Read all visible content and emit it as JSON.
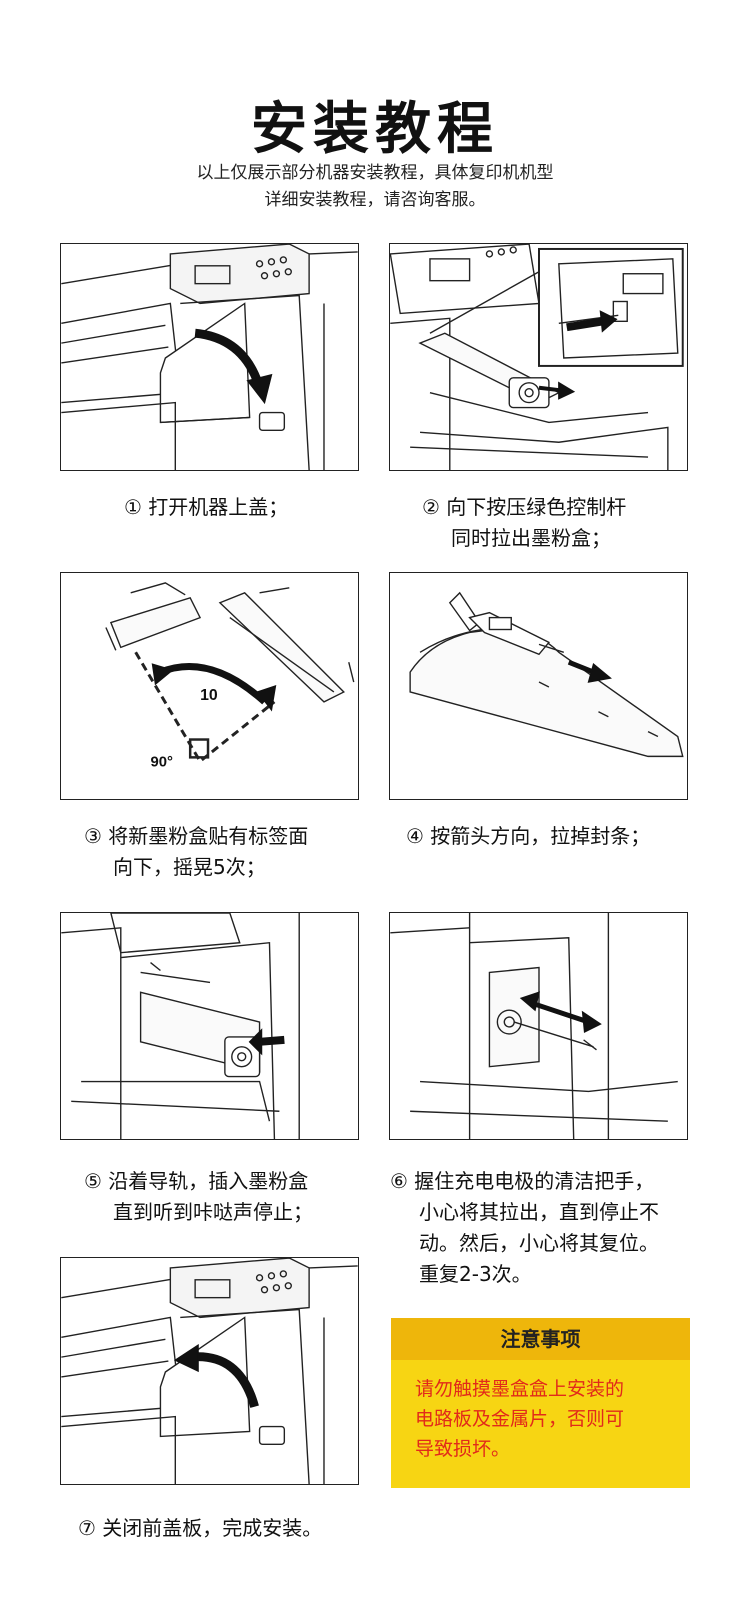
{
  "header": {
    "title": "安装教程",
    "subtitle_line1": "以上仅展示部分机器安装教程，具体复印机机型",
    "subtitle_line2": "详细安装教程，请咨询客服。"
  },
  "steps": [
    {
      "lines": [
        "① 打开机器上盖；"
      ]
    },
    {
      "lines": [
        "② 向下按压绿色控制杆",
        "同时拉出墨粉盒；"
      ]
    },
    {
      "lines": [
        "③ 将新墨粉盒贴有标签面",
        "向下，摇晃5次；"
      ],
      "figure_labels": [
        "10",
        "90°"
      ]
    },
    {
      "lines": [
        "④ 按箭头方向，拉掉封条；"
      ]
    },
    {
      "lines": [
        "⑤  沿着导轨，插入墨粉盒",
        "直到听到咔哒声停止；"
      ]
    },
    {
      "lines": [
        "⑥ 握住充电电极的清洁把手，",
        "小心将其拉出，直到停止不",
        "动。然后，小心将其复位。",
        "重复2-3次。"
      ]
    },
    {
      "lines": [
        "⑦ 关闭前盖板，完成安装。"
      ]
    }
  ],
  "notice": {
    "heading": "注意事项",
    "body_lines": [
      "请勿触摸墨盒盒上安装的",
      "电路板及金属片，否则可",
      "导致损坏。"
    ]
  },
  "colors": {
    "notice_header": "#eeb60b",
    "notice_body": "#f7d513",
    "notice_text": "#e22a1a"
  }
}
